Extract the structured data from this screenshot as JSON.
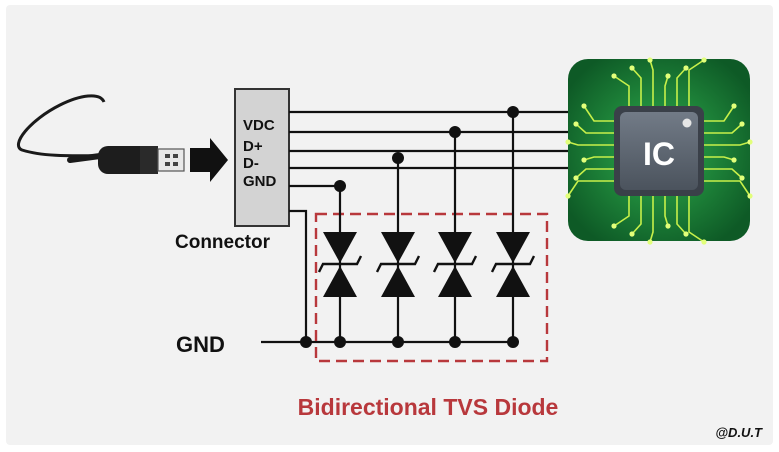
{
  "connector": {
    "pins": [
      "VDC",
      "D+",
      "D-",
      "GND"
    ],
    "label": "Connector"
  },
  "ic": {
    "label": "IC"
  },
  "gnd": {
    "label": "GND"
  },
  "tvs": {
    "label": "Bidirectional TVS Diode",
    "count": 4
  },
  "credit": "@D.U.T",
  "colors": {
    "tvs_label": "#b8383c",
    "pcb_green": "#1f8a3a",
    "chip_body": "#5b6470",
    "connector_fill": "#d3d3d3"
  },
  "icons": {
    "cable": "usb-cable-icon",
    "arrow": "right-arrow-icon",
    "chip": "ic-chip-icon",
    "diode": "bidirectional-tvs-diode-icon"
  }
}
